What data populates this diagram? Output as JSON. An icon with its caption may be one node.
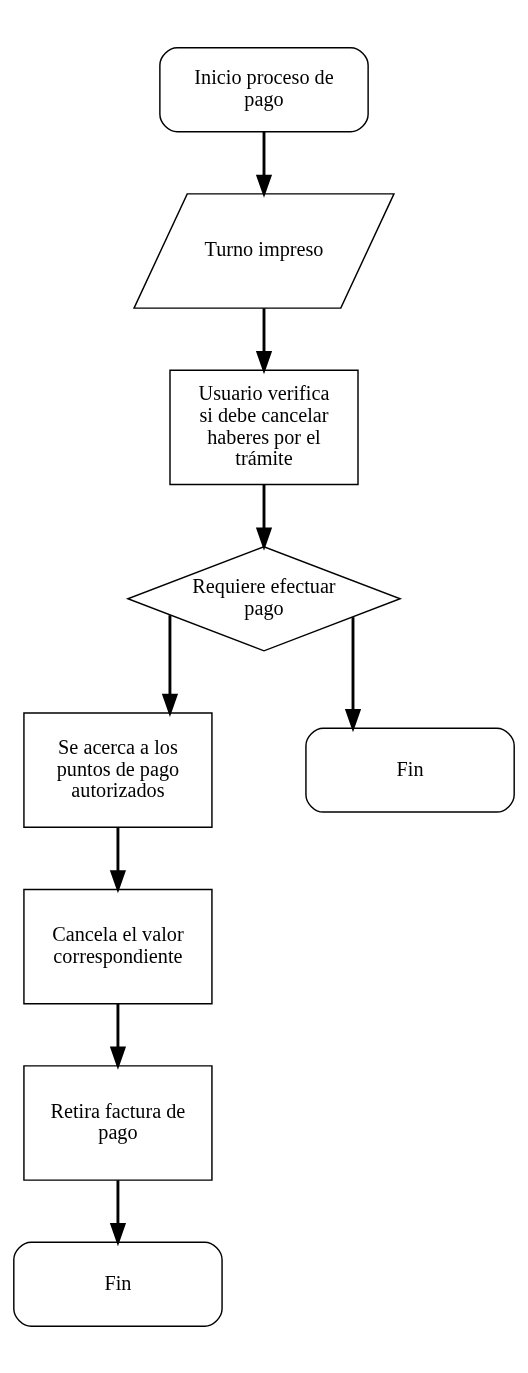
{
  "diagram": {
    "nodes": [
      {
        "text": [
          "Inicio proceso de pago"
        ]
      },
      {
        "text": [
          "Turno impreso"
        ]
      },
      {
        "text": [
          "Usuario verifica si debe cancelar haberes por el trámite"
        ]
      },
      {
        "text": [
          "Requiere efectuar pago"
        ]
      },
      {
        "text": [
          "Se acerca a los puntos de pago autorizados"
        ]
      },
      {
        "text": [
          "Fin"
        ]
      },
      {
        "text": [
          "Cancela el valor correspondiente"
        ]
      },
      {
        "text": [
          "Retira factura de pago"
        ]
      },
      {
        "text": [
          "Fin"
        ]
      }
    ],
    "edges": [
      {
        "from": 0,
        "to": 1,
        "arrow": "to"
      },
      {
        "from": 1,
        "to": 2,
        "arrow": "to"
      },
      {
        "from": 2,
        "to": 3,
        "arrow": "to"
      },
      {
        "from": 3,
        "to": 4,
        "arrow": "to"
      },
      {
        "from": 3,
        "to": 5,
        "arrow": "to"
      },
      {
        "from": 4,
        "to": 6,
        "arrow": "to"
      },
      {
        "from": 6,
        "to": 7,
        "arrow": "to"
      },
      {
        "from": 7,
        "to": 8,
        "arrow": "to"
      }
    ]
  }
}
